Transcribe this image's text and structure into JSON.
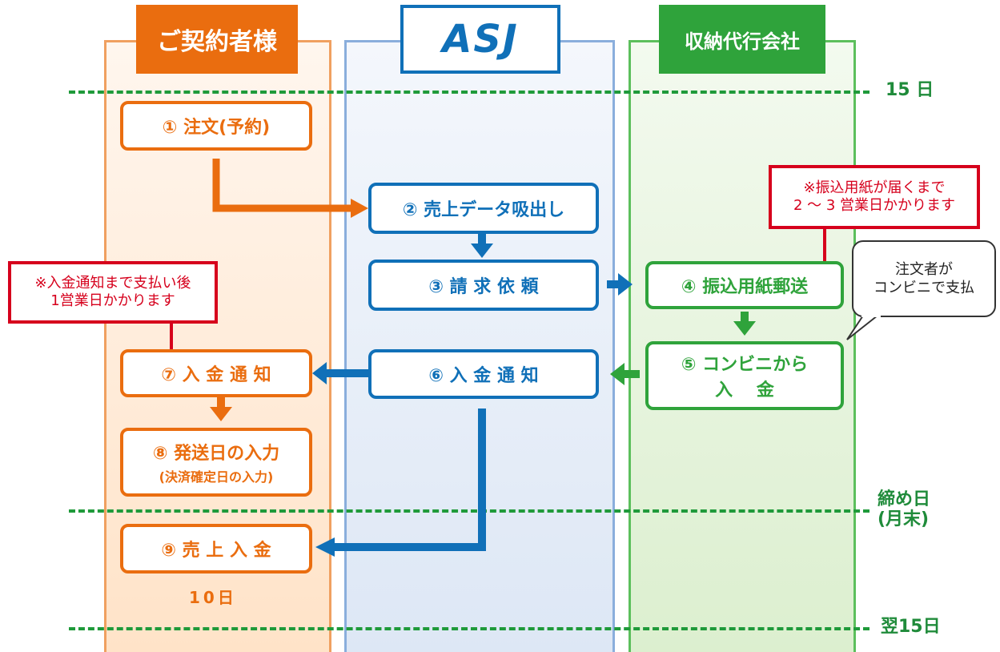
{
  "lanes": {
    "customer": "ご契約者様",
    "asj": "ASJ",
    "agent": "収納代行会社"
  },
  "dates": {
    "d15": "15 日",
    "closing_line1": "締め日",
    "closing_line2": "(月末)",
    "next15": "翌15日",
    "d10": "10日"
  },
  "steps": {
    "s1": "① 注文(予約)",
    "s2": "② 売上データ吸出し",
    "s3": "③ 請 求 依 頼",
    "s4": "④ 振込用紙郵送",
    "s5_line1": "⑤ コンビニから",
    "s5_line2": "入　 金",
    "s6": "⑥ 入 金 通 知",
    "s7": "⑦ 入 金 通 知",
    "s8_line1": "⑧ 発送日の入力",
    "s8_line2": "(決済確定日の入力)",
    "s9": "⑨ 売 上 入 金"
  },
  "notes": {
    "right_line1": "※振込用紙が届くまで",
    "right_line2": "2 ～ 3 営業日かかります",
    "left_line1": "※入金通知まで支払い後",
    "left_line2": "1営業日かかります"
  },
  "bubble": {
    "line1": "注文者が",
    "line2": "コンビニで支払"
  },
  "colors": {
    "customer": "#ea6d0f",
    "asj": "#1070b8",
    "agent": "#2fa33b",
    "note": "#d6001c",
    "dash": "#1f9a3a"
  }
}
